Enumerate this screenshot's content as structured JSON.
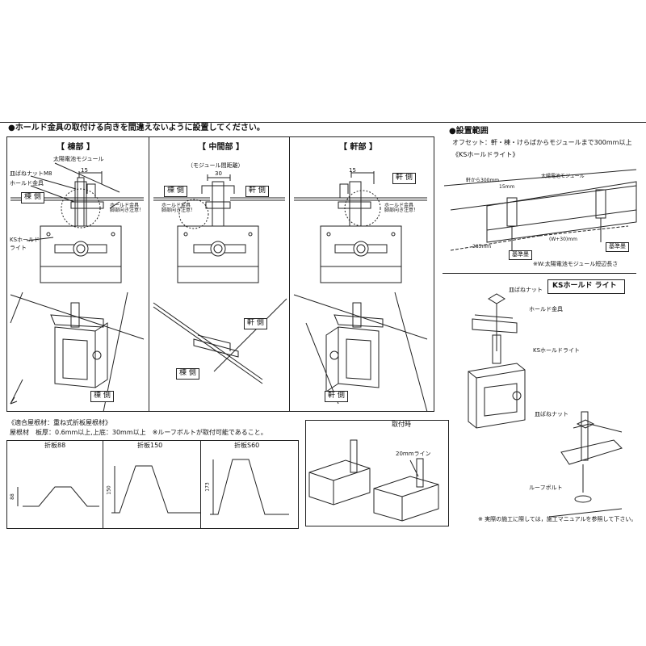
{
  "main_heading": "●ホールド金具の取付ける向きを間違えないように設置してください。",
  "panels": {
    "mune": {
      "title": "【 棟部 】",
      "side": "棟 側"
    },
    "chukan": {
      "title": "【 中間部 】",
      "dim_note": "（モジュール間距離）",
      "dim": "30",
      "side_left": "棟 側",
      "side_right": "軒 側"
    },
    "noki": {
      "title": "【 軒部 】",
      "side": "軒 側"
    }
  },
  "labels": {
    "module": "太陽電池モジュール",
    "flange_nut": "皿ばねナットM8",
    "hold": "ホールド金具",
    "ks": "KSホールド\nライト",
    "warn": "ホールド金具\n脚部向き注意！",
    "dim15": "15"
  },
  "iso_labels": {
    "mune": "棟 側",
    "chukan_noki": "軒 側",
    "chukan_mune": "棟 側",
    "noki": "軒 側"
  },
  "install_range": {
    "title": "●設置範囲",
    "offset": "オフセット：軒・棟・けらばからモジュールまで300mm以上",
    "ks_label": "《KSホールドライト》",
    "noki_from": "軒から300mm",
    "module": "太陽電池モジュール",
    "d15": "15mm",
    "d285": "285mm",
    "dw": "(W+30)mm",
    "base1": "基準墨",
    "base2": "基準墨",
    "note": "※W:太陽電池モジュール短辺長さ"
  },
  "ks_hold_lite": {
    "title": "KSホールド ライト",
    "nut": "皿ばねナット",
    "hold": "ホールド金具",
    "ks": "KSホールドライト",
    "nut2": "皿ばねナット",
    "bolt": "ルーフボルト"
  },
  "roof": {
    "heading": "《適合屋根材：重ね式折板屋根材》",
    "spec": "屋根材　板厚：0.6mm以上,上底：30mm以上　※ルーフボルトが取付可能であること。",
    "profiles": [
      {
        "name": "折板88",
        "height": "88"
      },
      {
        "name": "折板150",
        "height": "150"
      },
      {
        "name": "折板S60",
        "height": "173"
      }
    ]
  },
  "mounting": {
    "title": "取付時",
    "line": "20mmライン"
  },
  "footnote": "※ 実際の施工に際しては，施工マニュアルを参照して下さい。"
}
